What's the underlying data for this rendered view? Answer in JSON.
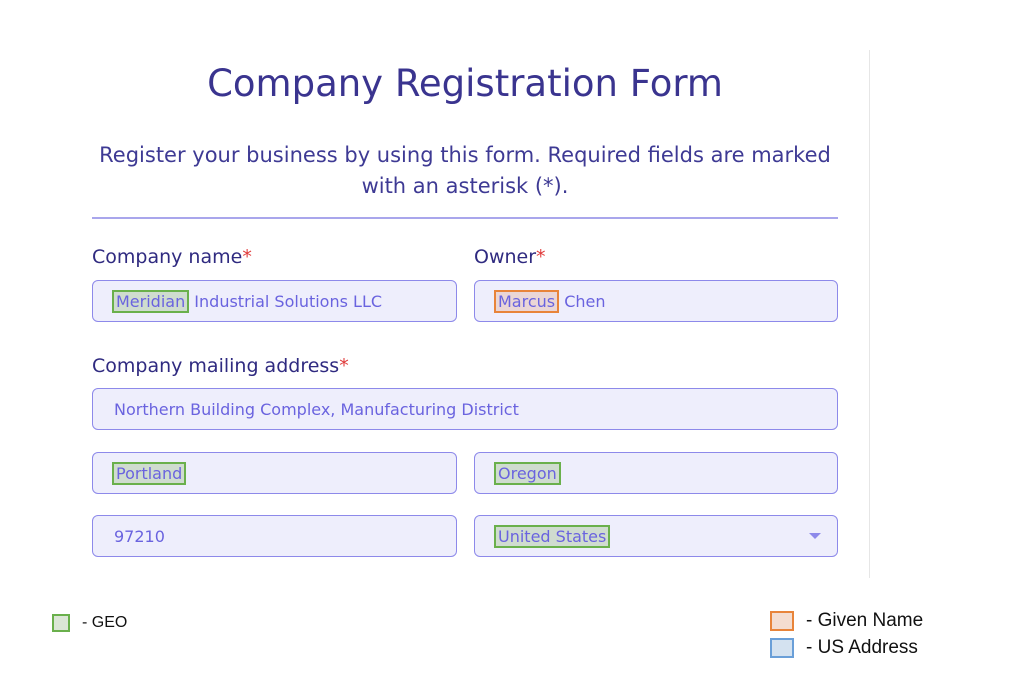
{
  "title": "Company Registration Form",
  "subtitle": "Register your business by using this form. Required fields are marked with an asterisk (*).",
  "fields": {
    "company_name": {
      "label": "Company name",
      "required": "*",
      "value_highlight": "Meridian",
      "value_rest": " Industrial Solutions LLC"
    },
    "owner": {
      "label": "Owner",
      "required": "*",
      "value_highlight": "Marcus",
      "value_rest": " Chen"
    },
    "address": {
      "label": "Company mailing address",
      "required": "*",
      "street": "Northern Building Complex, Manufacturing District",
      "city": "Portland",
      "state": "Oregon",
      "zip": "97210",
      "country": "United States"
    }
  },
  "legend": {
    "geo": "- GEO",
    "given_name": "- Given Name",
    "us_address": "- US Address"
  },
  "colors": {
    "geo": "#6ab04c",
    "given_name": "#e8843a",
    "us_address": "#6a9fd8"
  }
}
